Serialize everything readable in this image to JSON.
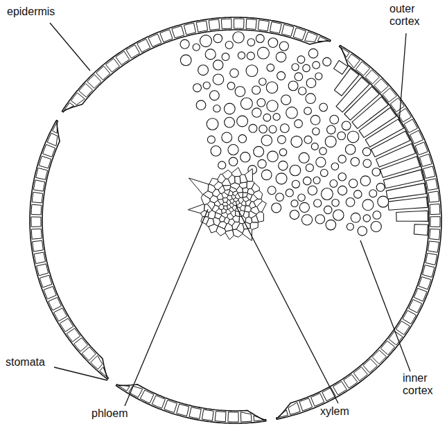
{
  "diagram": {
    "labels": [
      "epidermis",
      "outer cortex",
      "stomata",
      "inner cortex",
      "phloem",
      "xylem"
    ]
  }
}
